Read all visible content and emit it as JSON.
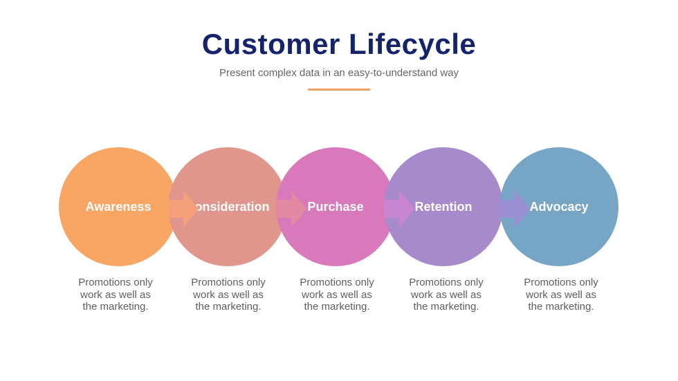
{
  "header": {
    "title": "Customer Lifecycle",
    "subtitle": "Present complex data in an easy-to-understand way",
    "accent_color": "#f2a163"
  },
  "stages": [
    {
      "label": "Awareness",
      "description": [
        "Promotions only",
        "work as well as",
        "the marketing."
      ],
      "color": "#f9a665"
    },
    {
      "label": "Consideration",
      "description": [
        "Promotions only",
        "work as well as",
        "the marketing."
      ],
      "color": "#e0968c"
    },
    {
      "label": "Purchase",
      "description": [
        "Promotions only",
        "work as well as",
        "the marketing."
      ],
      "color": "#d879bb"
    },
    {
      "label": "Retention",
      "description": [
        "Promotions only",
        "work as well as",
        "the marketing."
      ],
      "color": "#a78acc"
    },
    {
      "label": "Advocacy",
      "description": [
        "Promotions only",
        "work as well as",
        "the marketing."
      ],
      "color": "#77a5c6"
    }
  ],
  "arrows": [
    {
      "color": "#f5a07a"
    },
    {
      "color": "#e38aa3"
    },
    {
      "color": "#c985d0"
    },
    {
      "color": "#9b8fd4"
    }
  ]
}
